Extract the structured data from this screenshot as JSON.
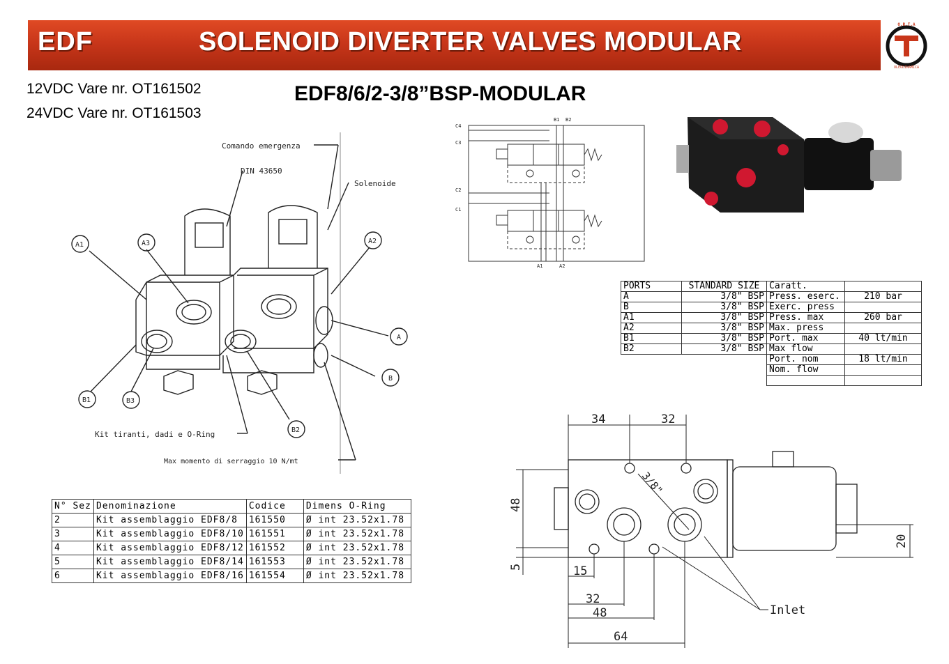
{
  "header": {
    "code": "EDF",
    "title": "SOLENOID DIVERTER VALVES MODULAR"
  },
  "vare": [
    "12VDC Vare nr. OT161502",
    "24VDC Vare nr. OT161503"
  ],
  "model": "EDF8/6/2-3/8”BSP-MODULAR",
  "drawing_labels": {
    "comando": "Comando emergenza",
    "din": "DIN 43650",
    "solenoide": "Solenoide",
    "a1": "A1",
    "a2": "A2",
    "a3": "A3",
    "a": "A",
    "b": "B",
    "b1": "B1",
    "b2": "B2",
    "b3": "B3",
    "kit": "Kit tiranti, dadi e O-Ring",
    "max": "Max momento di serraggio 10 N/mt"
  },
  "schematic_labels": {
    "c4": "C4",
    "c3": "C3",
    "c2": "C2",
    "c1": "C1",
    "b1": "B1",
    "b2": "B2",
    "a1": "A1",
    "a2": "A2"
  },
  "kit_table": {
    "headers": [
      "N° Sez",
      "Denominazione",
      "Codice",
      "Dimens O-Ring"
    ],
    "rows": [
      [
        "2",
        "Kit assemblaggio EDF8/8",
        "161550",
        "Ø int 23.52x1.78"
      ],
      [
        "3",
        "Kit assemblaggio EDF8/10",
        "161551",
        "Ø int 23.52x1.78"
      ],
      [
        "4",
        "Kit assemblaggio EDF8/12",
        "161552",
        "Ø int 23.52x1.78"
      ],
      [
        "5",
        "Kit assemblaggio EDF8/14",
        "161553",
        "Ø int 23.52x1.78"
      ],
      [
        "6",
        "Kit assemblaggio EDF8/16",
        "161554",
        "Ø int 23.52x1.78"
      ]
    ]
  },
  "ports_table": {
    "headers": [
      "PORTS",
      "STANDARD SIZE",
      "Caratt.",
      ""
    ],
    "rows": [
      [
        "A",
        "3/8\" BSP",
        "Press. eserc.",
        "210 bar"
      ],
      [
        "B",
        "3/8\" BSP",
        "Exerc. press",
        ""
      ],
      [
        "A1",
        "3/8\" BSP",
        "Press. max",
        "260 bar"
      ],
      [
        "A2",
        "3/8\" BSP",
        "Max. press",
        ""
      ],
      [
        "B1",
        "3/8\" BSP",
        "Port. max",
        "40 lt/min"
      ],
      [
        "B2",
        "3/8\" BSP",
        "Max flow",
        ""
      ],
      [
        "",
        "",
        "Port. nom",
        "18 lt/min"
      ],
      [
        "",
        "",
        "Nom. flow",
        ""
      ],
      [
        "",
        "",
        "",
        ""
      ]
    ]
  },
  "dimensions": {
    "d34": "34",
    "d32top": "32",
    "d48v": "48",
    "d5": "5",
    "d20": "20",
    "d15": "15",
    "d32": "32",
    "d48": "48",
    "d64": "64",
    "thread": "3/8\"",
    "inlet": "Inlet"
  }
}
